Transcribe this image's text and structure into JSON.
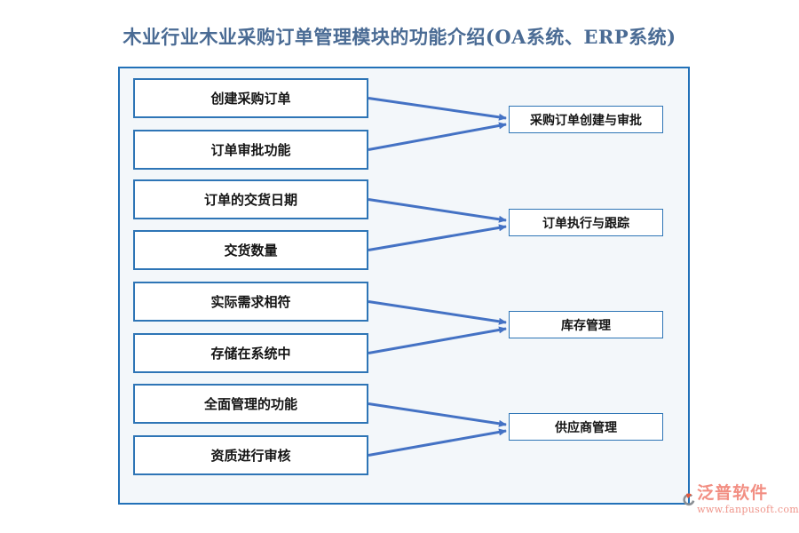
{
  "title": "木业行业木业采购订单管理模块的功能介绍(OA系统、ERP系统)",
  "diagram": {
    "left_boxes": [
      "创建采购订单",
      "订单审批功能",
      "订单的交货日期",
      "交货数量",
      "实际需求相符",
      "存储在系统中",
      "全面管理的功能",
      "资质进行审核"
    ],
    "right_boxes": [
      "采购订单创建与审批",
      "订单执行与跟踪",
      "库存管理",
      "供应商管理"
    ],
    "connections": [
      [
        0,
        0
      ],
      [
        1,
        0
      ],
      [
        2,
        1
      ],
      [
        3,
        1
      ],
      [
        4,
        2
      ],
      [
        5,
        2
      ],
      [
        6,
        3
      ],
      [
        7,
        3
      ]
    ]
  },
  "colors": {
    "container_border": "#2271b8",
    "box_border": "#2e75b6",
    "arrow": "#4472c4",
    "title": "#4a6b94",
    "background": "#f3f7fa",
    "watermark": "#f28e82"
  },
  "watermark": {
    "brand": "泛普软件",
    "url": "www.fanpusoft.com"
  }
}
